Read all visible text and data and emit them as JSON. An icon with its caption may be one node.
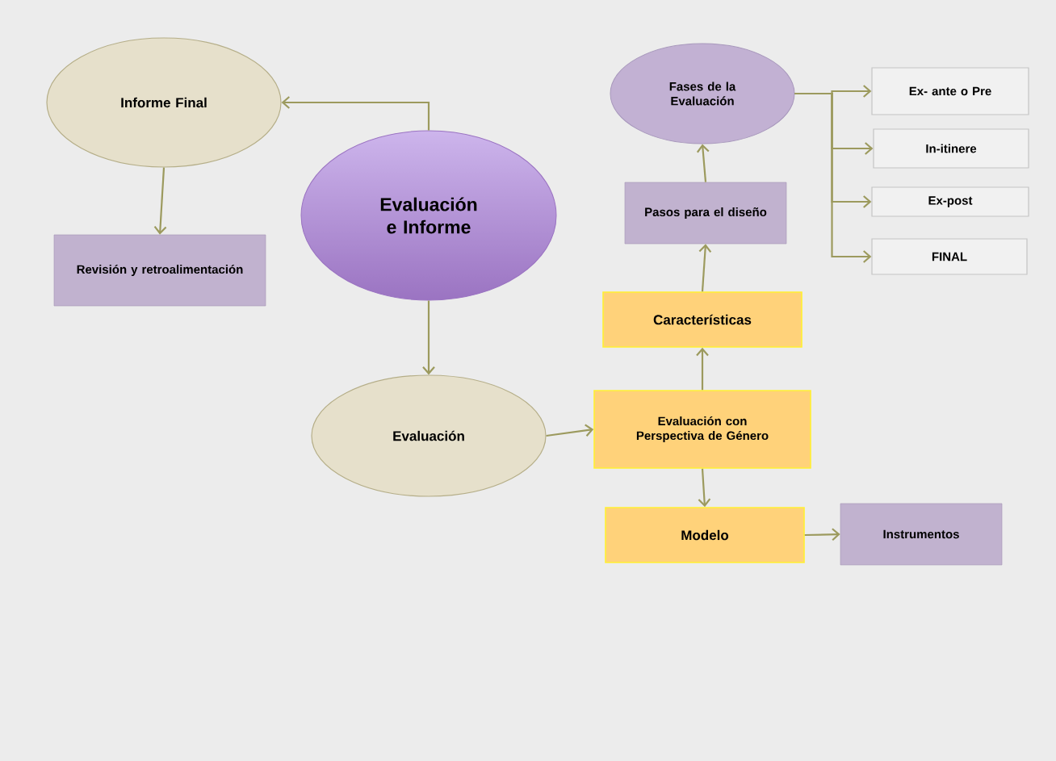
{
  "diagram": {
    "nodes": [
      {
        "text": [
          "Informe Final"
        ]
      },
      {
        "text": [
          "Revisión y retroalimentación"
        ]
      },
      {
        "text": [
          "Evaluación e Informe"
        ]
      },
      {
        "text": [
          "Evaluación"
        ]
      },
      {
        "text": [
          "Evaluación con Perspectiva de Género"
        ]
      },
      {
        "text": [
          "Características"
        ]
      },
      {
        "text": [
          "Pasos para el diseño"
        ]
      },
      {
        "text": [
          "Fases de la Evaluación"
        ]
      },
      {
        "text": [
          "Ex- ante o Pre"
        ]
      },
      {
        "text": [
          "In-itinere"
        ]
      },
      {
        "text": [
          "Ex-post"
        ]
      },
      {
        "text": [
          "FINAL"
        ]
      },
      {
        "text": [
          "Modelo"
        ]
      },
      {
        "text": [
          "Instrumentos"
        ]
      }
    ],
    "edges": [
      {
        "from": 2,
        "to": 0,
        "arrow": "to"
      },
      {
        "from": 0,
        "to": 1,
        "arrow": "to"
      },
      {
        "from": 2,
        "to": 3,
        "arrow": "to"
      },
      {
        "from": 3,
        "to": 4,
        "arrow": "to"
      },
      {
        "from": 4,
        "to": 5,
        "arrow": "to"
      },
      {
        "from": 5,
        "to": 6,
        "arrow": "to"
      },
      {
        "from": 6,
        "to": 7,
        "arrow": "to"
      },
      {
        "from": 7,
        "to": 8,
        "arrow": "to"
      },
      {
        "from": 7,
        "to": 9,
        "arrow": "to"
      },
      {
        "from": 7,
        "to": 10,
        "arrow": "to"
      },
      {
        "from": 7,
        "to": 11,
        "arrow": "to"
      },
      {
        "from": 4,
        "to": 12,
        "arrow": "to"
      },
      {
        "from": 12,
        "to": 13,
        "arrow": "to"
      }
    ]
  }
}
